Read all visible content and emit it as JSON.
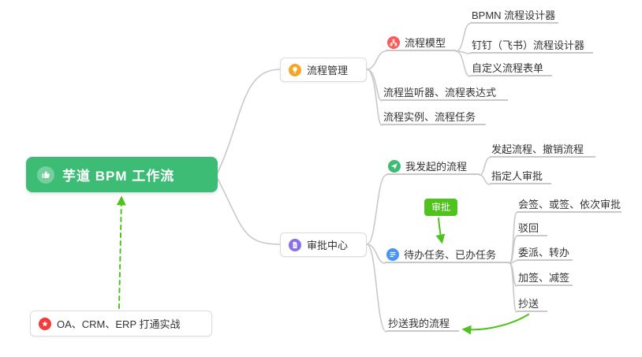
{
  "colors": {
    "root_node_green": "#3cbc74",
    "accent_green": "#4fc21e",
    "connector_gray": "#c9c9c9",
    "icon_bulb_orange": "#f6a524",
    "icon_model_red": "#fa5a5a",
    "icon_approval_purple": "#8a6fe8",
    "icon_initiated_green": "#3cbc74",
    "icon_todo_blue": "#4695f7",
    "icon_star_red": "#f23c3c"
  },
  "root": {
    "label": "芋道 BPM 工作流",
    "icon": "thumbs-up-icon"
  },
  "process_management": {
    "label": "流程管理",
    "icon": "bulb-icon",
    "process_model": {
      "label": "流程模型",
      "icon": "model-icon",
      "children": {
        "bpmn_designer": {
          "label": "BPMN 流程设计器"
        },
        "dingtalk_feishu_designer": {
          "label": "钉钉（飞书）流程设计器"
        },
        "custom_form": {
          "label": "自定义流程表单"
        }
      }
    },
    "listener_expression": {
      "label": "流程监听器、流程表达式"
    },
    "instance_task": {
      "label": "流程实例、流程任务"
    }
  },
  "approval_center": {
    "label": "审批中心",
    "icon": "document-icon",
    "my_initiated": {
      "label": "我发起的流程",
      "icon": "send-icon",
      "children": {
        "initiate_cancel": {
          "label": "发起流程、撤销流程"
        },
        "assignee_approval": {
          "label": "指定人审批"
        }
      }
    },
    "approval_badge": {
      "label": "审批"
    },
    "todo_done_tasks": {
      "label": "待办任务、已办任务",
      "icon": "tasks-icon",
      "children": {
        "countersign": {
          "label": "会签、或签、依次审批"
        },
        "reject": {
          "label": "驳回"
        },
        "delegate_transfer": {
          "label": "委派、转办"
        },
        "add_remove_sign": {
          "label": "加签、减签"
        },
        "cc": {
          "label": "抄送"
        }
      }
    },
    "cc_my_process": {
      "label": "抄送我的流程"
    }
  },
  "practice_note": {
    "label": "OA、CRM、ERP 打通实战",
    "icon": "star-icon"
  }
}
